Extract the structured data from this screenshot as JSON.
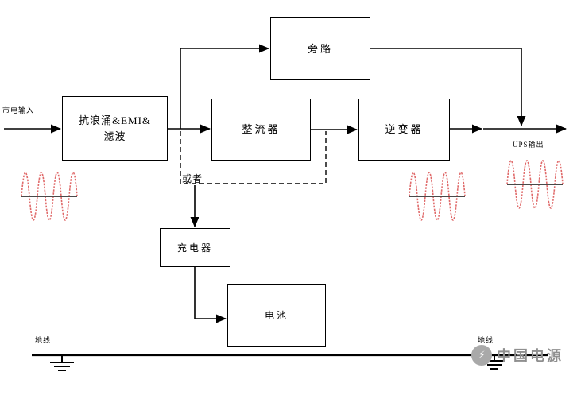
{
  "diagram": {
    "boxes": {
      "bypass": {
        "label": "旁路"
      },
      "surge": {
        "line1": "抗浪涌&EMI&",
        "line2": "滤波"
      },
      "rectifier": {
        "label": "整流器"
      },
      "inverter": {
        "label": "逆变器"
      },
      "charger": {
        "label": "充电器"
      },
      "battery": {
        "label": "电池"
      }
    },
    "labels": {
      "input": "市电输入",
      "output": "UPS输出",
      "or": "或者",
      "ground_left": "地线",
      "ground_right": "地线"
    },
    "watermark": {
      "text": "中国电源",
      "logo_glyph": "⚡"
    },
    "colors": {
      "line": "#000000",
      "box_border": "#000000",
      "wave": "#e06a6a",
      "wave_axis": "#4a4a4a",
      "watermark_text": "#8f8f8f",
      "background": "#ffffff"
    }
  }
}
